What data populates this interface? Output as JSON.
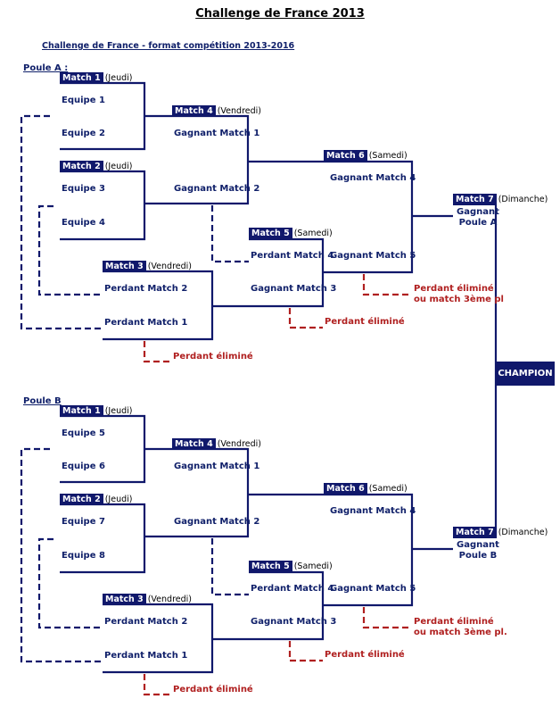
{
  "title": "Challenge de France 2013",
  "subtitle": "Challenge de France - format compétition 2013-2016",
  "champion": "CHAMPION",
  "pools": [
    {
      "name": "Poule A :",
      "teams": [
        "Equipe 1",
        "Equipe 2",
        "Equipe 3",
        "Equipe 4"
      ],
      "matches": [
        {
          "tag": "Match 1",
          "day": "(Jeudi)"
        },
        {
          "tag": "Match 2",
          "day": "(Jeudi)"
        },
        {
          "tag": "Match 3",
          "day": "(Vendredi)"
        },
        {
          "tag": "Match 4",
          "day": "(Vendredi)"
        },
        {
          "tag": "Match 5",
          "day": "(Samedi)"
        },
        {
          "tag": "Match 6",
          "day": "(Samedi)"
        },
        {
          "tag": "Match 7",
          "day": "(Dimanche)"
        }
      ],
      "labels": {
        "loser_m2": "Perdant Match 2",
        "loser_m1": "Perdant Match 1",
        "winner_m1": "Gagnant Match 1",
        "winner_m2": "Gagnant Match 2",
        "loser_m4": "Perdant Match 4",
        "winner_m3": "Gagnant Match 3",
        "winner_m4": "Gagnant Match 4",
        "winner_m5": "Gagnant Match 5",
        "eliminated_m3": "Perdant éliminé",
        "eliminated_m5": "Perdant éliminé",
        "eliminated_m6_line1": "Perdant éliminé",
        "eliminated_m6_line2": "ou match 3ème pl",
        "pool_winner_line1": "Gagnant",
        "pool_winner_line2": "Poule A"
      }
    },
    {
      "name": "Poule B",
      "teams": [
        "Equipe 5",
        "Equipe 6",
        "Equipe 7",
        "Equipe 8"
      ],
      "matches": [
        {
          "tag": "Match 1",
          "day": "(Jeudi)"
        },
        {
          "tag": "Match 2",
          "day": "(Jeudi)"
        },
        {
          "tag": "Match 3",
          "day": "(Vendredi)"
        },
        {
          "tag": "Match 4",
          "day": "(Vendredi)"
        },
        {
          "tag": "Match 5",
          "day": "(Samedi)"
        },
        {
          "tag": "Match 6",
          "day": "(Samedi)"
        },
        {
          "tag": "Match 7",
          "day": "(Dimanche)"
        }
      ],
      "labels": {
        "loser_m2": "Perdant Match 2",
        "loser_m1": "Perdant Match 1",
        "winner_m1": "Gagnant Match 1",
        "winner_m2": "Gagnant Match 2",
        "loser_m4": "Perdant Match 4",
        "winner_m3": "Gagnant Match 3",
        "winner_m4": "Gagnant Match 4",
        "winner_m5": "Gagnant Match 5",
        "eliminated_m3": "Perdant éliminé",
        "eliminated_m5": "Perdant éliminé",
        "eliminated_m6_line1": "Perdant éliminé",
        "eliminated_m6_line2": "ou match 3ème pl.",
        "pool_winner_line1": "Gagnant",
        "pool_winner_line2": "Poule B"
      }
    }
  ],
  "colors": {
    "bracket": "#10186b",
    "eliminated": "#b02020",
    "tag_bg": "#10186b"
  }
}
